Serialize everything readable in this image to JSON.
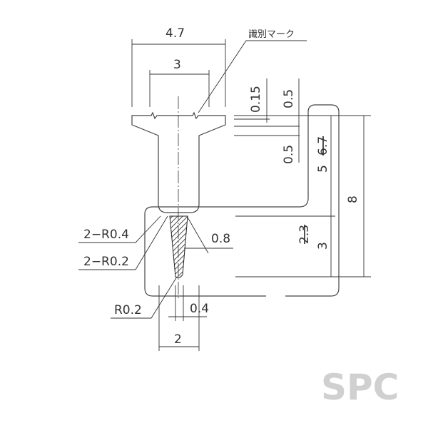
{
  "drawing": {
    "mark_label": "識別マーク",
    "dims": {
      "width_top": "4.7",
      "width_inner": "3",
      "d015": "0.15",
      "d05a": "0.5",
      "d05b": "0.5",
      "d5": "5",
      "d67": "6.7",
      "d8": "8",
      "d23": "2.3",
      "d3": "3",
      "d08": "0.8",
      "r04": "2−R0.4",
      "r02": "2−R0.2",
      "r02b": "R0.2",
      "d04": "0.4",
      "d2": "2"
    },
    "logo": "SPC"
  }
}
